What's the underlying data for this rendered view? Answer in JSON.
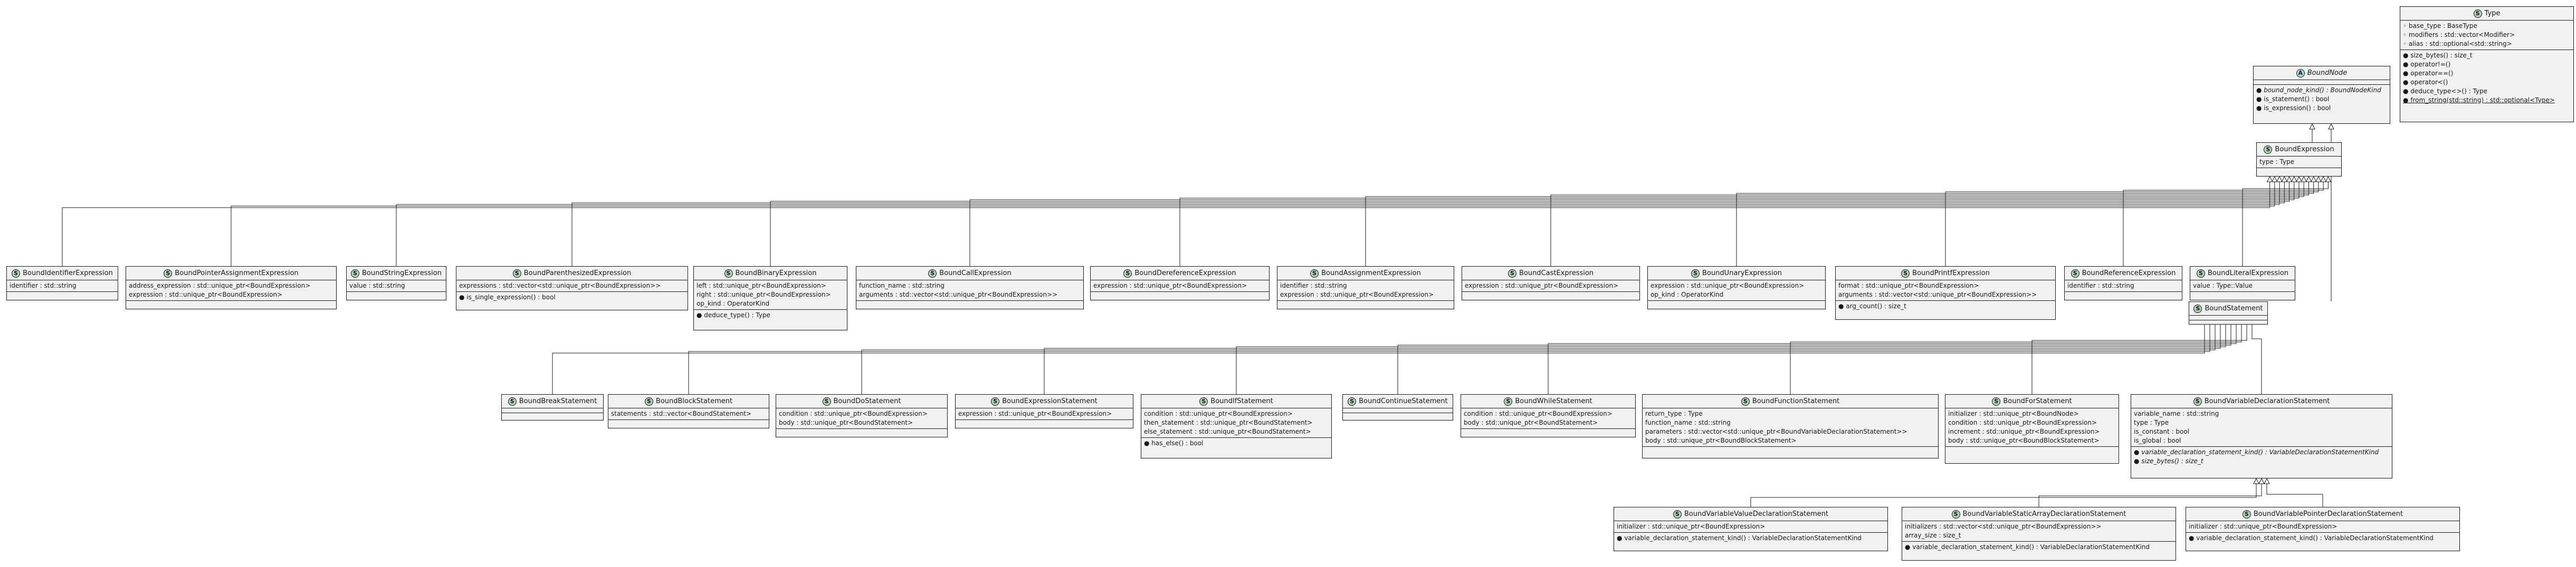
{
  "classes": [
    {
      "id": "type",
      "name": "Type",
      "stereotype": "S",
      "fields": [
        "◦ base_type : BaseType",
        "◦ modifiers : std::vector<Modifier>",
        "◦ alias : std::optional<std::string>"
      ],
      "methods": [
        "● size_bytes() : size_t",
        "● operator!=()",
        "● operator==()",
        "● operator<()",
        "● deduce_type<>() : Type",
        "● from_string(std::string) : std::optional<Type>"
      ],
      "static_methods": [
        5
      ]
    },
    {
      "id": "bound_node",
      "name": "BoundNode",
      "stereotype": "A",
      "abstract": true,
      "fields": [],
      "methods": [
        "● bound_node_kind() : BoundNodeKind",
        "● is_statement() : bool",
        "● is_expression() : bool"
      ],
      "abstract_methods": [
        0
      ]
    },
    {
      "id": "bound_expression",
      "name": "BoundExpression",
      "stereotype": "S",
      "fields": [
        "type : Type"
      ],
      "methods": []
    },
    {
      "id": "bound_identifier_expression",
      "name": "BoundIdentifierExpression",
      "stereotype": "S",
      "fields": [
        "identifier : std::string"
      ],
      "methods": []
    },
    {
      "id": "bound_pointer_assignment_expression",
      "name": "BoundPointerAssignmentExpression",
      "stereotype": "S",
      "fields": [
        "address_expression : std::unique_ptr<BoundExpression>",
        "expression : std::unique_ptr<BoundExpression>"
      ],
      "methods": []
    },
    {
      "id": "bound_string_expression",
      "name": "BoundStringExpression",
      "stereotype": "S",
      "fields": [
        "value : std::string"
      ],
      "methods": []
    },
    {
      "id": "bound_parenthesized_expression",
      "name": "BoundParenthesizedExpression",
      "stereotype": "S",
      "fields": [
        "expressions : std::vector<std::unique_ptr<BoundExpression>>"
      ],
      "methods": [
        "● is_single_expression() : bool"
      ]
    },
    {
      "id": "bound_binary_expression",
      "name": "BoundBinaryExpression",
      "stereotype": "S",
      "fields": [
        "left : std::unique_ptr<BoundExpression>",
        "right : std::unique_ptr<BoundExpression>",
        "op_kind : OperatorKind"
      ],
      "methods": [
        "● deduce_type() : Type"
      ]
    },
    {
      "id": "bound_call_expression",
      "name": "BoundCallExpression",
      "stereotype": "S",
      "fields": [
        "function_name : std::string",
        "arguments : std::vector<std::unique_ptr<BoundExpression>>"
      ],
      "methods": []
    },
    {
      "id": "bound_dereference_expression",
      "name": "BoundDereferenceExpression",
      "stereotype": "S",
      "fields": [
        "expression : std::unique_ptr<BoundExpression>"
      ],
      "methods": []
    },
    {
      "id": "bound_assignment_expression",
      "name": "BoundAssignmentExpression",
      "stereotype": "S",
      "fields": [
        "identifier : std::string",
        "expression : std::unique_ptr<BoundExpression>"
      ],
      "methods": []
    },
    {
      "id": "bound_cast_expression",
      "name": "BoundCastExpression",
      "stereotype": "S",
      "fields": [
        "expression : std::unique_ptr<BoundExpression>"
      ],
      "methods": []
    },
    {
      "id": "bound_unary_expression",
      "name": "BoundUnaryExpression",
      "stereotype": "S",
      "fields": [
        "expression : std::unique_ptr<BoundExpression>",
        "op_kind : OperatorKind"
      ],
      "methods": []
    },
    {
      "id": "bound_printf_expression",
      "name": "BoundPrintfExpression",
      "stereotype": "S",
      "fields": [
        "format : std::unique_ptr<BoundExpression>",
        "arguments : std::vector<std::unique_ptr<BoundExpression>>"
      ],
      "methods": [
        "● arg_count() : size_t"
      ]
    },
    {
      "id": "bound_reference_expression",
      "name": "BoundReferenceExpression",
      "stereotype": "S",
      "fields": [
        "identifier : std::string"
      ],
      "methods": []
    },
    {
      "id": "bound_literal_expression",
      "name": "BoundLiteralExpression",
      "stereotype": "S",
      "fields": [
        "value : Type::Value"
      ],
      "methods": []
    },
    {
      "id": "bound_statement",
      "name": "BoundStatement",
      "stereotype": "S",
      "fields": [],
      "methods": []
    },
    {
      "id": "bound_break_statement",
      "name": "BoundBreakStatement",
      "stereotype": "S",
      "fields": [],
      "methods": []
    },
    {
      "id": "bound_block_statement",
      "name": "BoundBlockStatement",
      "stereotype": "S",
      "fields": [
        "statements : std::vector<BoundStatement>"
      ],
      "methods": []
    },
    {
      "id": "bound_do_statement",
      "name": "BoundDoStatement",
      "stereotype": "S",
      "fields": [
        "condition : std::unique_ptr<BoundExpression>",
        "body : std::unique_ptr<BoundStatement>"
      ],
      "methods": []
    },
    {
      "id": "bound_expression_statement",
      "name": "BoundExpressionStatement",
      "stereotype": "S",
      "fields": [
        "expression : std::unique_ptr<BoundExpression>"
      ],
      "methods": []
    },
    {
      "id": "bound_if_statement",
      "name": "BoundIfStatement",
      "stereotype": "S",
      "fields": [
        "condition : std::unique_ptr<BoundExpression>",
        "then_statement : std::unique_ptr<BoundStatement>",
        "else_statement : std::unique_ptr<BoundStatement>"
      ],
      "methods": [
        "● has_else() : bool"
      ]
    },
    {
      "id": "bound_continue_statement",
      "name": "BoundContinueStatement",
      "stereotype": "S",
      "fields": [],
      "methods": []
    },
    {
      "id": "bound_while_statement",
      "name": "BoundWhileStatement",
      "stereotype": "S",
      "fields": [
        "condition : std::unique_ptr<BoundExpression>",
        "body : std::unique_ptr<BoundStatement>"
      ],
      "methods": []
    },
    {
      "id": "bound_function_statement",
      "name": "BoundFunctionStatement",
      "stereotype": "S",
      "fields": [
        "return_type : Type",
        "function_name : std::string",
        "parameters : std::vector<std::unique_ptr<BoundVariableDeclarationStatement>>",
        "body : std::unique_ptr<BoundBlockStatement>"
      ],
      "methods": []
    },
    {
      "id": "bound_for_statement",
      "name": "BoundForStatement",
      "stereotype": "S",
      "fields": [
        "initializer : std::unique_ptr<BoundNode>",
        "condition : std::unique_ptr<BoundExpression>",
        "increment : std::unique_ptr<BoundExpression>",
        "body : std::unique_ptr<BoundBlockStatement>"
      ],
      "methods": []
    },
    {
      "id": "bound_variable_declaration_statement",
      "name": "BoundVariableDeclarationStatement",
      "stereotype": "S",
      "fields": [
        "variable_name : std::string",
        "type : Type",
        "is_constant : bool",
        "is_global : bool"
      ],
      "methods": [
        "● variable_declaration_statement_kind() : VariableDeclarationStatementKind",
        "● size_bytes() : size_t"
      ],
      "abstract_methods": [
        0,
        1
      ]
    },
    {
      "id": "bound_variable_value_declaration_statement",
      "name": "BoundVariableValueDeclarationStatement",
      "stereotype": "S",
      "fields": [
        "initializer : std::unique_ptr<BoundExpression>"
      ],
      "methods": [
        "● variable_declaration_statement_kind() : VariableDeclarationStatementKind"
      ]
    },
    {
      "id": "bound_variable_static_array_declaration_statement",
      "name": "BoundVariableStaticArrayDeclarationStatement",
      "stereotype": "S",
      "fields": [
        "initializers : std::vector<std::unique_ptr<BoundExpression>>",
        "array_size : size_t"
      ],
      "methods": [
        "● variable_declaration_statement_kind() : VariableDeclarationStatementKind"
      ]
    },
    {
      "id": "bound_variable_pointer_declaration_statement",
      "name": "BoundVariablePointerDeclarationStatement",
      "stereotype": "S",
      "fields": [
        "initializer : std::unique_ptr<BoundExpression>"
      ],
      "methods": [
        "● variable_declaration_statement_kind() : VariableDeclarationStatementKind"
      ]
    }
  ],
  "inheritance": [
    [
      "bound_expression",
      "bound_node"
    ],
    [
      "bound_statement",
      "bound_node"
    ],
    [
      "bound_identifier_expression",
      "bound_expression"
    ],
    [
      "bound_pointer_assignment_expression",
      "bound_expression"
    ],
    [
      "bound_string_expression",
      "bound_expression"
    ],
    [
      "bound_parenthesized_expression",
      "bound_expression"
    ],
    [
      "bound_binary_expression",
      "bound_expression"
    ],
    [
      "bound_call_expression",
      "bound_expression"
    ],
    [
      "bound_dereference_expression",
      "bound_expression"
    ],
    [
      "bound_assignment_expression",
      "bound_expression"
    ],
    [
      "bound_cast_expression",
      "bound_expression"
    ],
    [
      "bound_unary_expression",
      "bound_expression"
    ],
    [
      "bound_printf_expression",
      "bound_expression"
    ],
    [
      "bound_reference_expression",
      "bound_expression"
    ],
    [
      "bound_literal_expression",
      "bound_expression"
    ],
    [
      "bound_break_statement",
      "bound_statement"
    ],
    [
      "bound_block_statement",
      "bound_statement"
    ],
    [
      "bound_do_statement",
      "bound_statement"
    ],
    [
      "bound_expression_statement",
      "bound_statement"
    ],
    [
      "bound_if_statement",
      "bound_statement"
    ],
    [
      "bound_continue_statement",
      "bound_statement"
    ],
    [
      "bound_while_statement",
      "bound_statement"
    ],
    [
      "bound_function_statement",
      "bound_statement"
    ],
    [
      "bound_for_statement",
      "bound_statement"
    ],
    [
      "bound_variable_declaration_statement",
      "bound_statement"
    ],
    [
      "bound_variable_value_declaration_statement",
      "bound_variable_declaration_statement"
    ],
    [
      "bound_variable_static_array_declaration_statement",
      "bound_variable_declaration_statement"
    ],
    [
      "bound_variable_pointer_declaration_statement",
      "bound_variable_declaration_statement"
    ]
  ],
  "colors": {
    "class_fill": "#f1f1f1",
    "class_badge": "#add1b2",
    "abstract_badge": "#a9dcdf",
    "line": "#181818",
    "background": "#ffffff"
  }
}
